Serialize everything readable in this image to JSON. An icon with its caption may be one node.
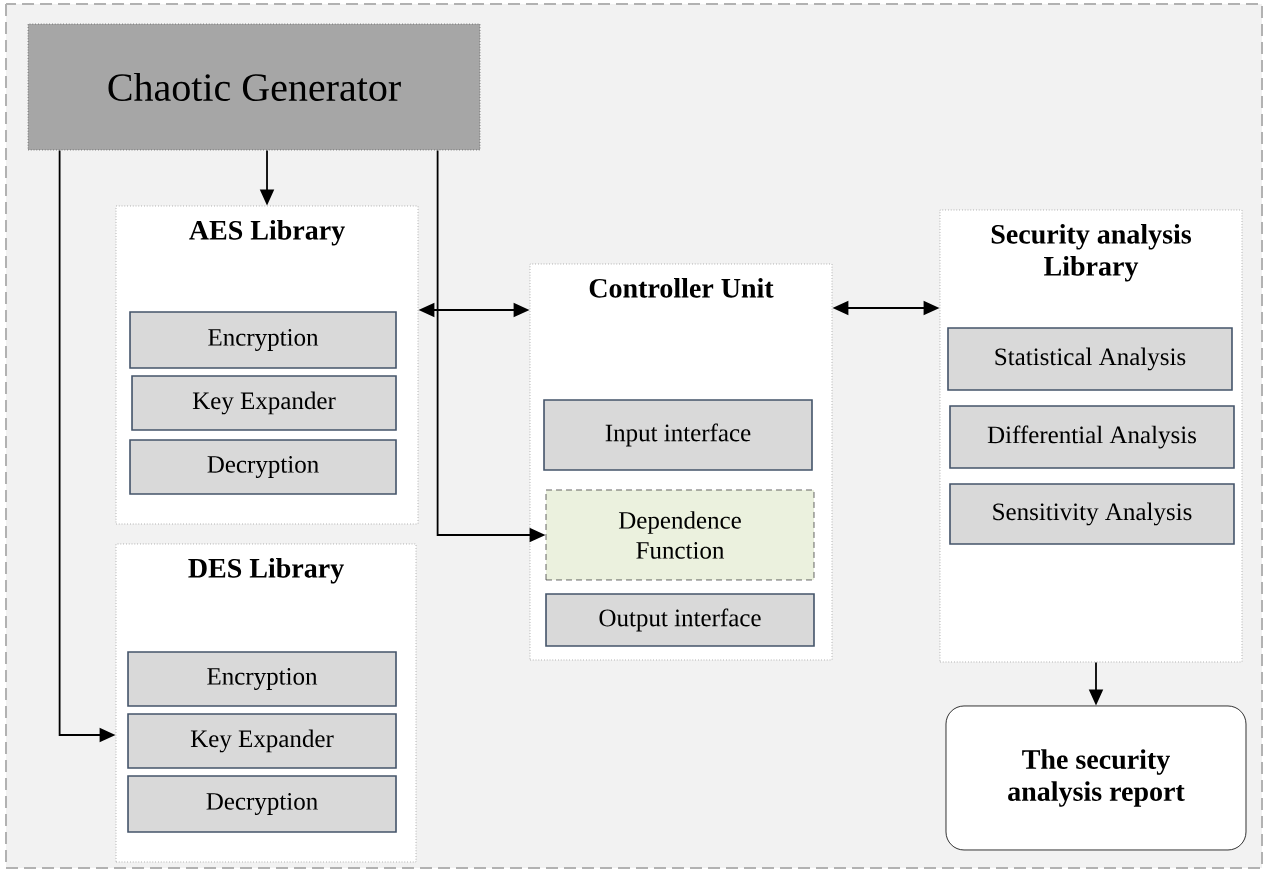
{
  "diagram": {
    "nodes": [
      {
        "text": [
          "Chaotic Generator"
        ]
      },
      {
        "text": [
          "AES Library"
        ]
      },
      {
        "text": [
          "Encryption"
        ],
        "in": 1
      },
      {
        "text": [
          "Key Expander"
        ],
        "in": 1
      },
      {
        "text": [
          "Decryption"
        ],
        "in": 1
      },
      {
        "text": [
          "DES Library"
        ]
      },
      {
        "text": [
          "Encryption"
        ],
        "in": 5
      },
      {
        "text": [
          "Key Expander"
        ],
        "in": 5
      },
      {
        "text": [
          "Decryption"
        ],
        "in": 5
      },
      {
        "text": [
          "Controller Unit"
        ]
      },
      {
        "text": [
          "Input interface"
        ],
        "in": 9
      },
      {
        "text": [
          "Dependence Function"
        ],
        "in": 9
      },
      {
        "text": [
          "Output interface"
        ],
        "in": 9
      },
      {
        "text": [
          "Security analysis Library"
        ]
      },
      {
        "text": [
          "Statistical Analysis"
        ],
        "in": 13
      },
      {
        "text": [
          "Differential Analysis"
        ],
        "in": 13
      },
      {
        "text": [
          "Sensitivity Analysis"
        ],
        "in": 13
      },
      {
        "text": [
          "The security analysis report"
        ]
      }
    ],
    "edges": [
      {
        "from": 0,
        "to": 1,
        "arrow": "to"
      },
      {
        "from": 0,
        "to": 5,
        "arrow": "to"
      },
      {
        "from": 0,
        "to": 11,
        "arrow": "to"
      },
      {
        "from": 1,
        "to": 9,
        "arrow": "both"
      },
      {
        "from": 9,
        "to": 13,
        "arrow": "both"
      },
      {
        "from": 13,
        "to": 17,
        "arrow": "to"
      }
    ]
  }
}
